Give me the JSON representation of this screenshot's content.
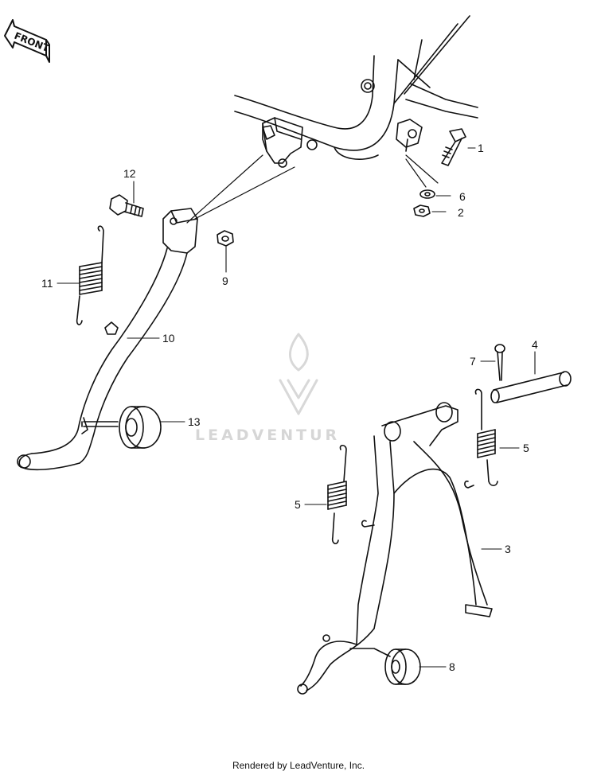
{
  "direction_badge": {
    "label": "FRONT",
    "icon": "front-arrow-icon"
  },
  "watermark": {
    "brand": "LEADVENTUR"
  },
  "callouts": [
    {
      "id": "1",
      "label": "1"
    },
    {
      "id": "2",
      "label": "2"
    },
    {
      "id": "3",
      "label": "3"
    },
    {
      "id": "4",
      "label": "4"
    },
    {
      "id": "5a",
      "label": "5"
    },
    {
      "id": "5b",
      "label": "5"
    },
    {
      "id": "6",
      "label": "6"
    },
    {
      "id": "7",
      "label": "7"
    },
    {
      "id": "8",
      "label": "8"
    },
    {
      "id": "9",
      "label": "9"
    },
    {
      "id": "10",
      "label": "10"
    },
    {
      "id": "11",
      "label": "11"
    },
    {
      "id": "12",
      "label": "12"
    },
    {
      "id": "13",
      "label": "13"
    }
  ],
  "footer": {
    "text": "Rendered by LeadVenture, Inc."
  }
}
